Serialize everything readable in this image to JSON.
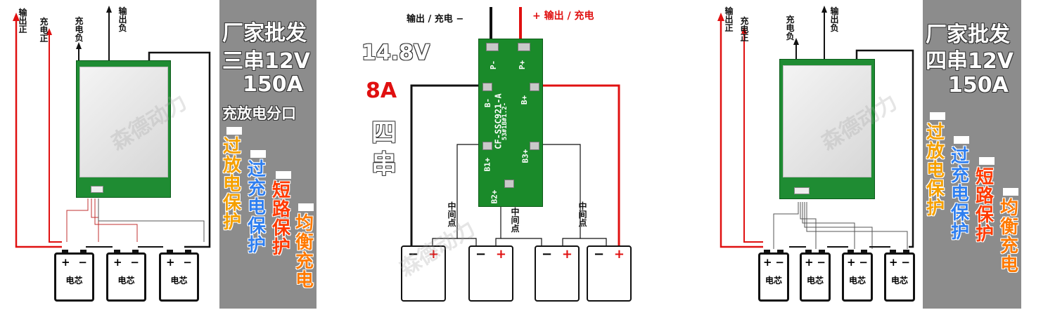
{
  "left": {
    "wire_labels": {
      "out_pos": "输出正",
      "chg_pos": "充电正",
      "chg_neg": "充电负",
      "out_neg": "输出负"
    },
    "panel": {
      "title": "厂家批发",
      "config": "三串12V",
      "current": "150A",
      "port": "充放电分口",
      "features": [
        "过放电保护",
        "过充电保护",
        "短路保护",
        "均衡充电"
      ]
    },
    "cells": [
      "电芯",
      "电芯",
      "电芯"
    ],
    "cell_pos": "+",
    "cell_neg": "−"
  },
  "middle": {
    "top_left_label": "输出 / 充电 −",
    "top_right_label": "+ 输出 / 充电",
    "voltage": "14.8V",
    "current": "8A",
    "series": [
      "四",
      "串"
    ],
    "pcb_model": "CF-SSC921-A",
    "pcb_date": "53#1B#1.2-",
    "pcb_pads": {
      "p_minus": "P-",
      "p_plus": "P+",
      "b_minus": "B-",
      "b_plus": "B+",
      "b1": "B1+",
      "b2": "B2+",
      "b3": "B3+"
    },
    "mid_point": [
      "中",
      "间",
      "点"
    ],
    "cell_pos": "+",
    "cell_neg": "−"
  },
  "right": {
    "wire_labels": {
      "out_pos": "输出正",
      "chg_pos": "充电正",
      "chg_neg": "充电负",
      "out_neg": "输出负"
    },
    "panel": {
      "title": "厂家批发",
      "config": "四串12V",
      "current": "150A",
      "features": [
        "过放电保护",
        "过充电保护",
        "短路保护",
        "均衡充电"
      ]
    },
    "cells": [
      "电芯",
      "电芯",
      "电芯",
      "电芯"
    ],
    "cell_pos": "+",
    "cell_neg": "−"
  },
  "watermark": "森德动力",
  "colors": {
    "orange": "#f5a000",
    "blue": "#2f7ff0",
    "red_orange": "#ff3a00",
    "orange2": "#ff7a00",
    "wire_red": "#e01010"
  }
}
